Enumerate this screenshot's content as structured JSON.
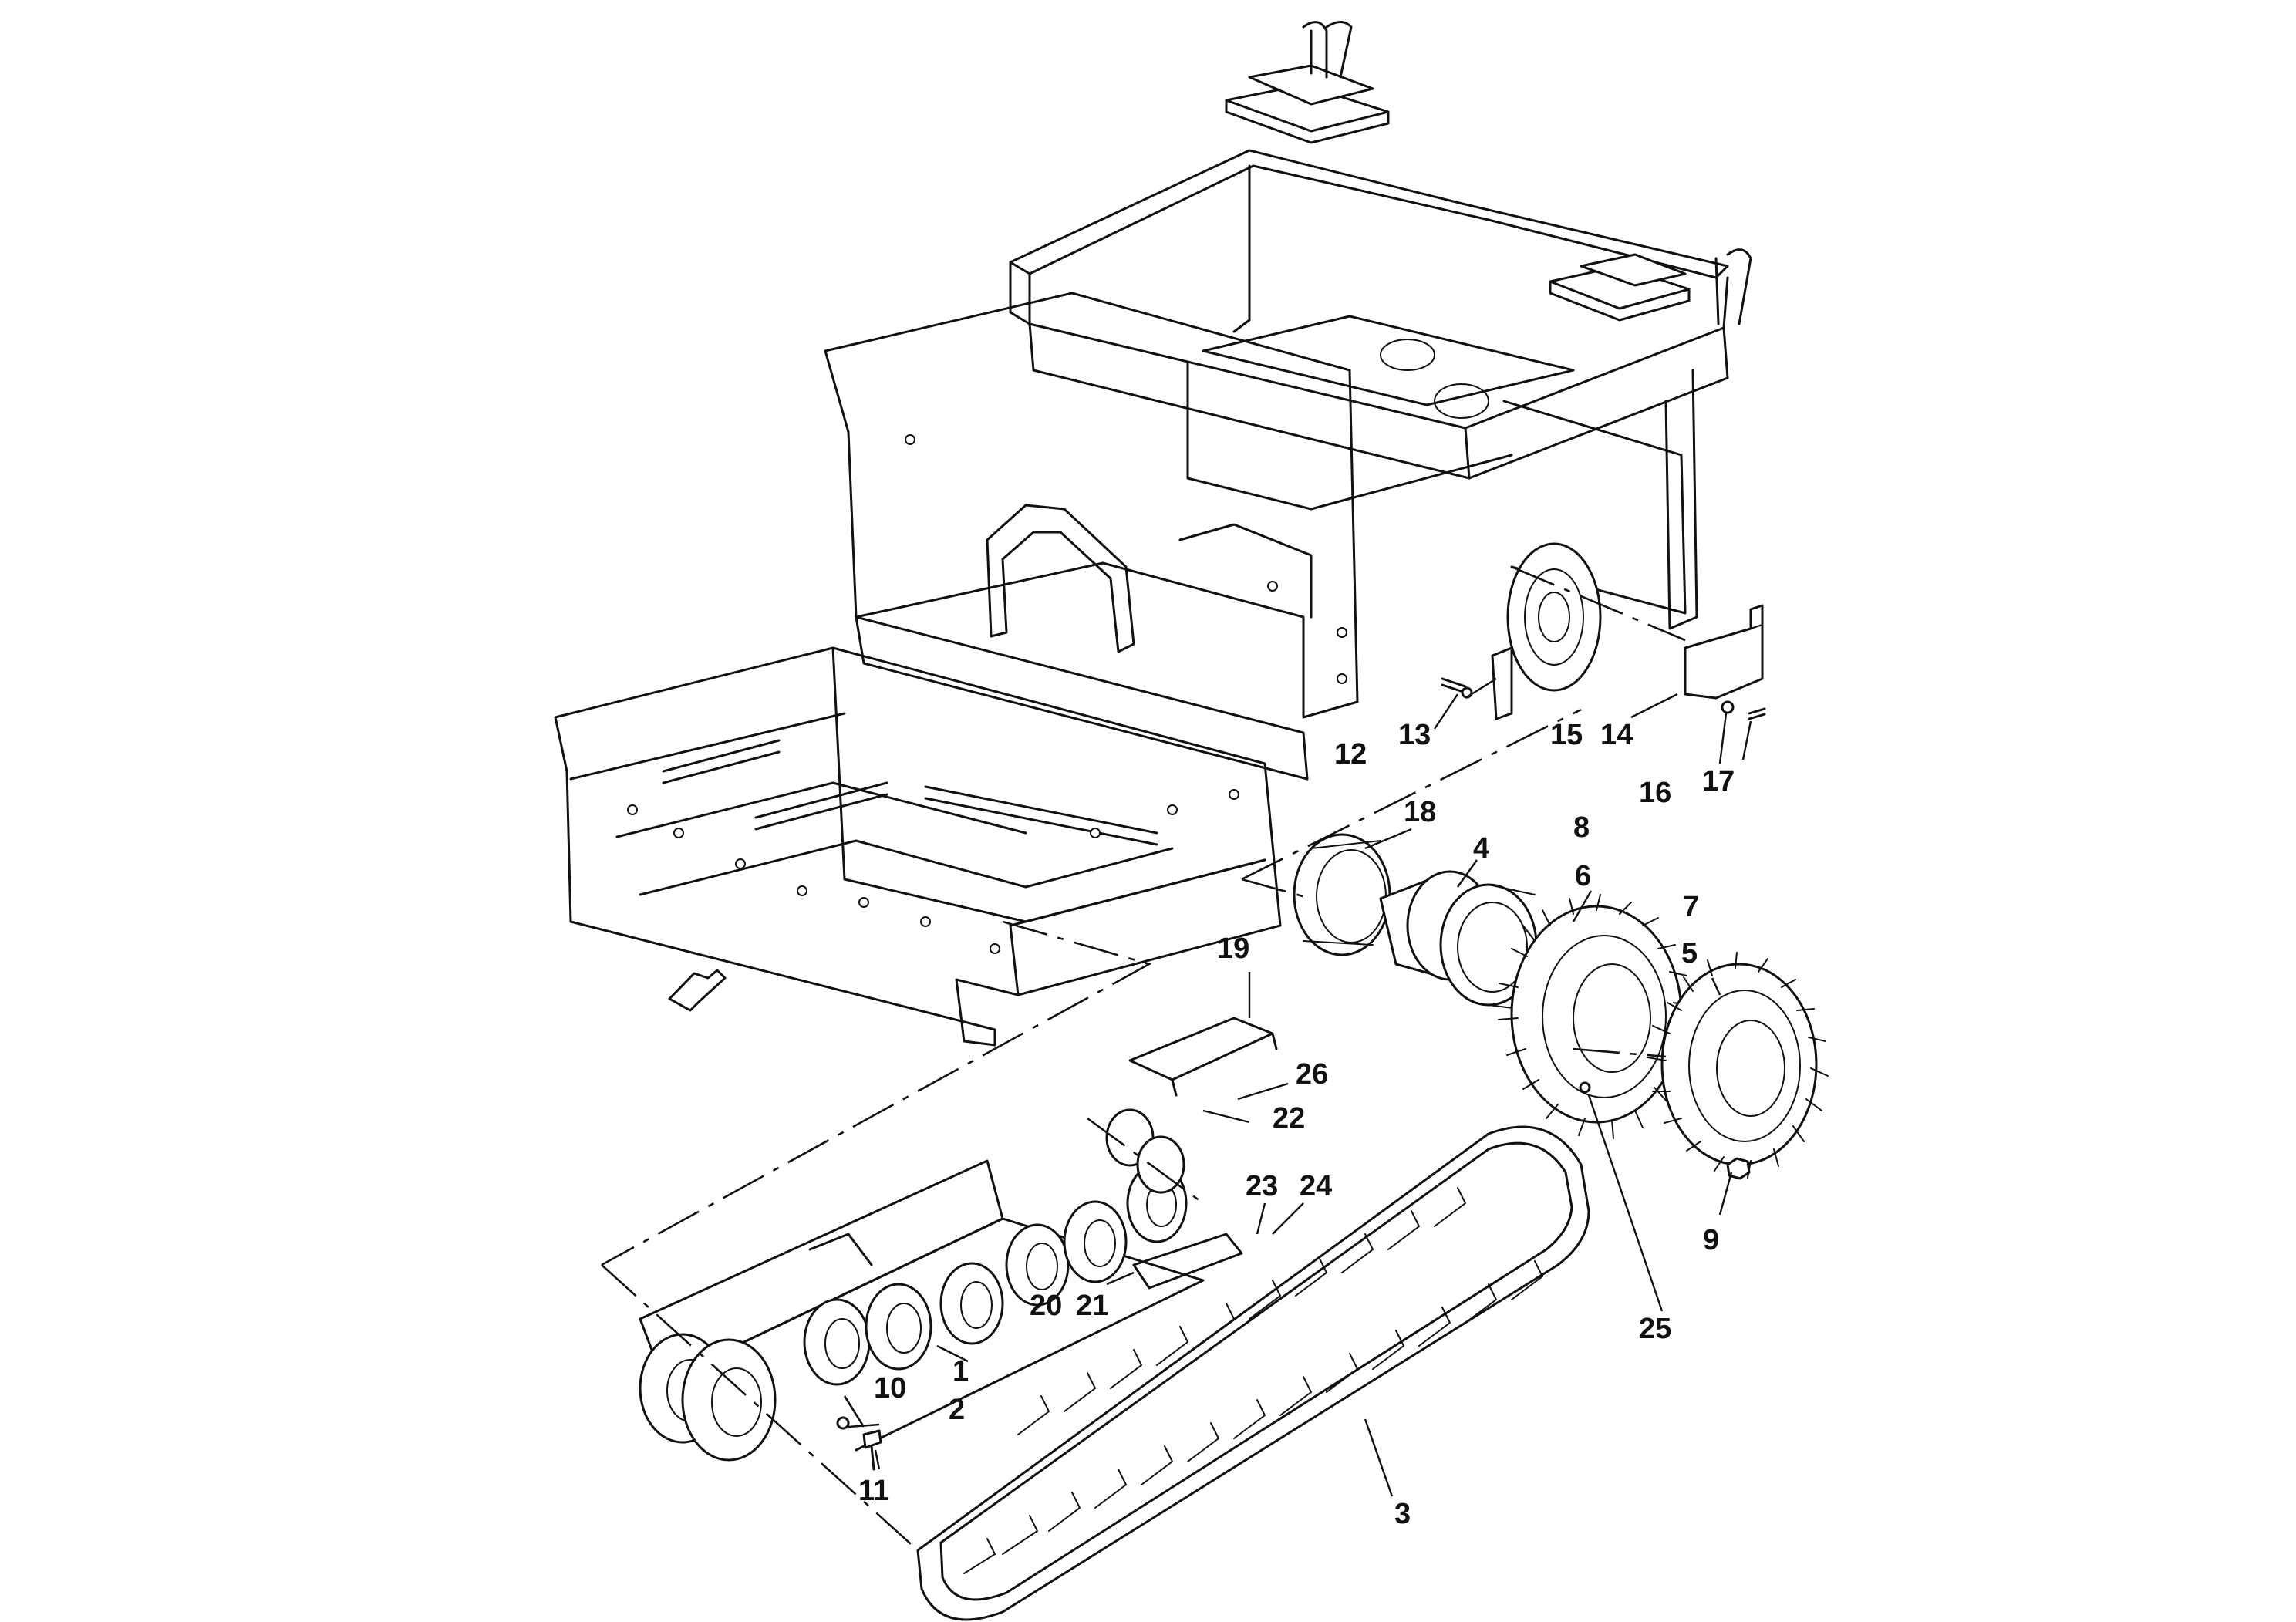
{
  "callouts": [
    {
      "id": "c1",
      "text": "1"
    },
    {
      "id": "c2",
      "text": "2"
    },
    {
      "id": "c3",
      "text": "3"
    },
    {
      "id": "c4",
      "text": "4"
    },
    {
      "id": "c5",
      "text": "5"
    },
    {
      "id": "c6",
      "text": "6"
    },
    {
      "id": "c7",
      "text": "7"
    },
    {
      "id": "c8",
      "text": "8"
    },
    {
      "id": "c9",
      "text": "9"
    },
    {
      "id": "c10",
      "text": "10"
    },
    {
      "id": "c11",
      "text": "11"
    },
    {
      "id": "c12",
      "text": "12"
    },
    {
      "id": "c13",
      "text": "13"
    },
    {
      "id": "c14",
      "text": "14"
    },
    {
      "id": "c15",
      "text": "15"
    },
    {
      "id": "c16",
      "text": "16"
    },
    {
      "id": "c17",
      "text": "17"
    },
    {
      "id": "c18",
      "text": "18"
    },
    {
      "id": "c19",
      "text": "19"
    },
    {
      "id": "c20",
      "text": "20"
    },
    {
      "id": "c21",
      "text": "21"
    },
    {
      "id": "c22",
      "text": "22"
    },
    {
      "id": "c23",
      "text": "23"
    },
    {
      "id": "c24",
      "text": "24"
    },
    {
      "id": "c25",
      "text": "25"
    },
    {
      "id": "c26",
      "text": "26"
    }
  ],
  "icons": {
    "direction_arrow": "arrow-icon"
  }
}
